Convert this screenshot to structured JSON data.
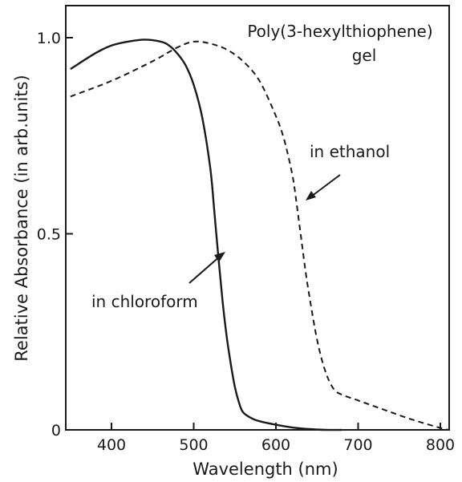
{
  "chart_data": {
    "type": "line",
    "xlabel": "Wavelength (nm)",
    "ylabel": "Relative Absorbance (in arb.units)",
    "xlim": [
      350,
      810
    ],
    "ylim": [
      0,
      1.05
    ],
    "x_ticks": [
      400,
      500,
      600,
      700,
      800
    ],
    "y_ticks": [
      0,
      0.5,
      1.0
    ],
    "x_tick_labels": [
      "400",
      "500",
      "600",
      "700",
      "800"
    ],
    "y_tick_labels": [
      "0",
      "0.5",
      "1.0"
    ],
    "grid": false,
    "legend": "none",
    "annotations": [
      {
        "id": "title",
        "lines": [
          "Poly(3-hexylthiophene)",
          "gel"
        ]
      },
      {
        "id": "ethanol",
        "text": "in ethanol"
      },
      {
        "id": "chloroform",
        "text": "in chloroform"
      }
    ],
    "series": [
      {
        "label_ref": "chloroform",
        "style": "solid",
        "x": [
          350,
          380,
          400,
          420,
          440,
          460,
          470,
          480,
          490,
          500,
          510,
          520,
          525,
          530,
          535,
          540,
          545,
          550,
          555,
          560,
          570,
          580,
          600,
          620,
          640,
          660,
          680
        ],
        "y": [
          0.92,
          0.96,
          0.98,
          0.99,
          0.995,
          0.99,
          0.98,
          0.96,
          0.93,
          0.88,
          0.8,
          0.67,
          0.56,
          0.44,
          0.33,
          0.24,
          0.17,
          0.11,
          0.07,
          0.045,
          0.03,
          0.022,
          0.013,
          0.006,
          0.002,
          0.0,
          0.0
        ]
      },
      {
        "label_ref": "ethanol",
        "style": "dashed",
        "x": [
          350,
          400,
          450,
          480,
          500,
          520,
          540,
          560,
          580,
          600,
          610,
          620,
          625,
          630,
          635,
          640,
          650,
          660,
          670,
          680,
          700,
          720,
          740,
          760,
          780,
          800,
          810
        ],
        "y": [
          0.85,
          0.89,
          0.94,
          0.975,
          0.99,
          0.985,
          0.97,
          0.94,
          0.89,
          0.8,
          0.74,
          0.65,
          0.58,
          0.5,
          0.42,
          0.35,
          0.23,
          0.15,
          0.105,
          0.09,
          0.075,
          0.06,
          0.045,
          0.03,
          0.017,
          0.005,
          0.0
        ]
      }
    ]
  }
}
